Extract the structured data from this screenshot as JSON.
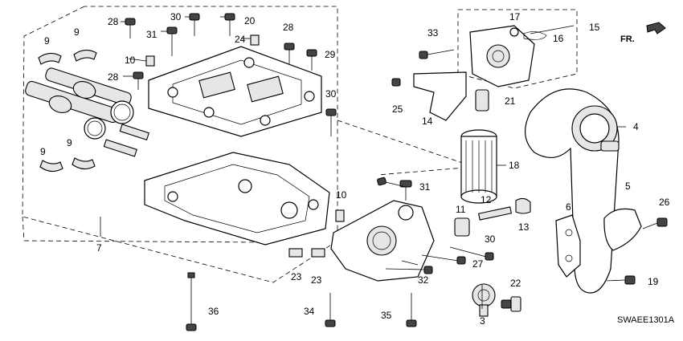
{
  "diagram": {
    "code": "SWAEE1301A",
    "direction": "FR.",
    "callouts": [
      "28",
      "30",
      "20",
      "31",
      "24",
      "10",
      "28",
      "29",
      "9",
      "9",
      "28",
      "30",
      "33",
      "17",
      "16",
      "15",
      "25",
      "21",
      "14",
      "4",
      "9",
      "9",
      "18",
      "31",
      "10",
      "12",
      "11",
      "13",
      "5",
      "26",
      "7",
      "6",
      "30",
      "27",
      "23",
      "23",
      "32",
      "19",
      "22",
      "34",
      "35",
      "3",
      "36"
    ]
  }
}
